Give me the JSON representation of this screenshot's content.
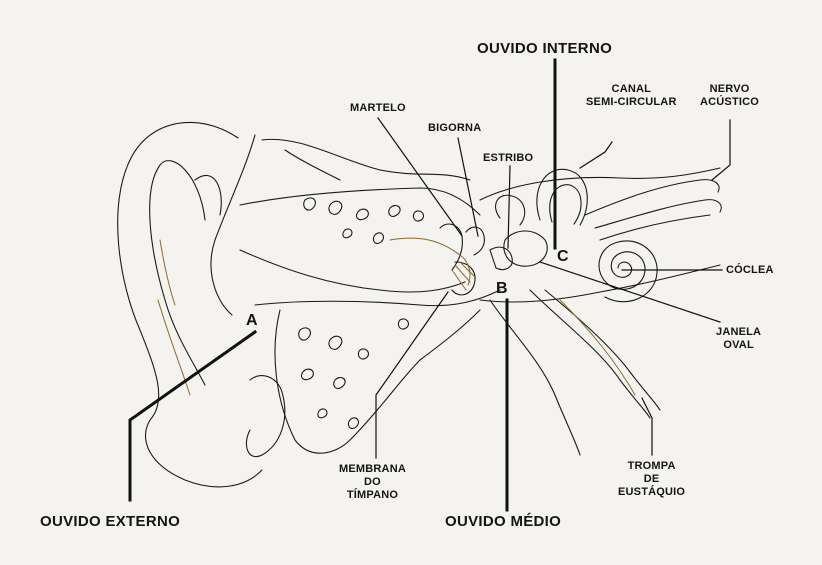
{
  "labels": {
    "ouvido_interno": "OUVIDO INTERNO",
    "ouvido_externo": "OUVIDO EXTERNO",
    "ouvido_medio": "OUVIDO MÉDIO",
    "martelo": "MARTELO",
    "bigorna": "BIGORNA",
    "estribo": "ESTRIBO",
    "canal_line1": "CANAL",
    "canal_line2": "SEMI-CIRCULAR",
    "nervo_line1": "NERVO",
    "nervo_line2": "ACÚSTICO",
    "coclea": "CÓCLEA",
    "janela_line1": "JANELA",
    "janela_line2": "OVAL",
    "trompa_line1": "TROMPA",
    "trompa_line2": "DE",
    "trompa_line3": "EUSTÁQUIO",
    "membrana_line1": "MEMBRANA",
    "membrana_line2": "DO",
    "membrana_line3": "TÍMPANO",
    "letter_a": "A",
    "letter_b": "B",
    "letter_c": "C"
  },
  "colors": {
    "background": "#f4f3ef",
    "ink": "#141414",
    "nerve": "#8a6a2c"
  }
}
